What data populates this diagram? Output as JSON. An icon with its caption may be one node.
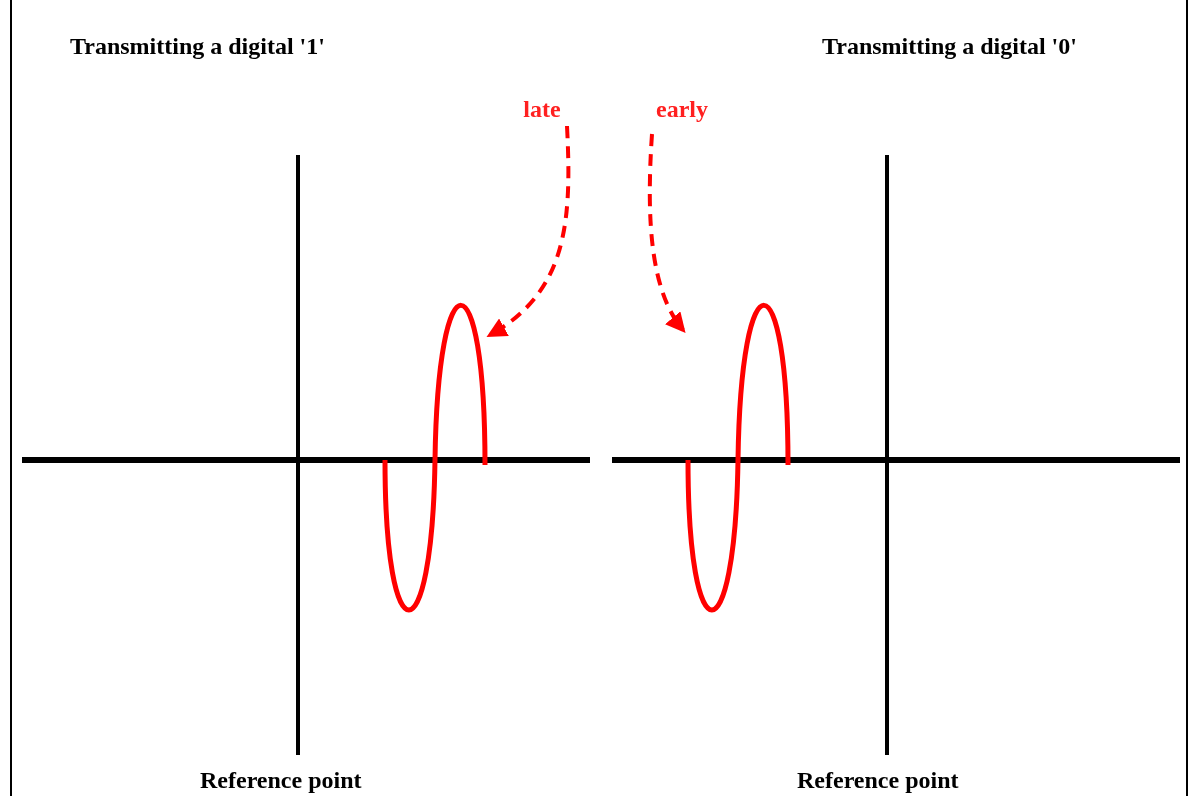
{
  "diagram": {
    "nodes": [
      {
        "text": [
          "late"
        ]
      },
      {
        "text": [],
        "shape": "picture"
      },
      {
        "text": [
          "early"
        ]
      },
      {
        "text": [],
        "shape": "picture"
      }
    ],
    "edges": [
      {
        "from": 0,
        "to": 1,
        "arrow": "to",
        "style": "dashed",
        "color": "#ff0000"
      },
      {
        "from": 2,
        "to": 3,
        "arrow": "to",
        "style": "dashed",
        "color": "#ff0000"
      }
    ],
    "labels": [
      "Transmitting a digital '1'",
      "Transmitting a digital '0'",
      "Reference point",
      "Reference point"
    ]
  }
}
